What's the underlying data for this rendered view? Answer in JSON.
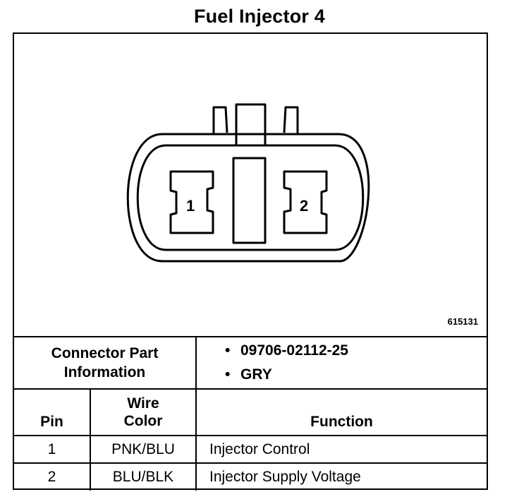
{
  "title": "Fuel Injector 4",
  "diagram": {
    "drawing_number": "615131",
    "pins": [
      "1",
      "2"
    ]
  },
  "connector_part": {
    "label": "Connector Part Information",
    "info": [
      "09706-02112-25",
      "GRY"
    ]
  },
  "table": {
    "headers": {
      "pin": "Pin",
      "wire_color": "Wire Color",
      "function": "Function"
    },
    "rows": [
      {
        "pin": "1",
        "wire_color": "PNK/BLU",
        "function": "Injector Control"
      },
      {
        "pin": "2",
        "wire_color": "BLU/BLK",
        "function": "Injector Supply Voltage"
      }
    ]
  }
}
